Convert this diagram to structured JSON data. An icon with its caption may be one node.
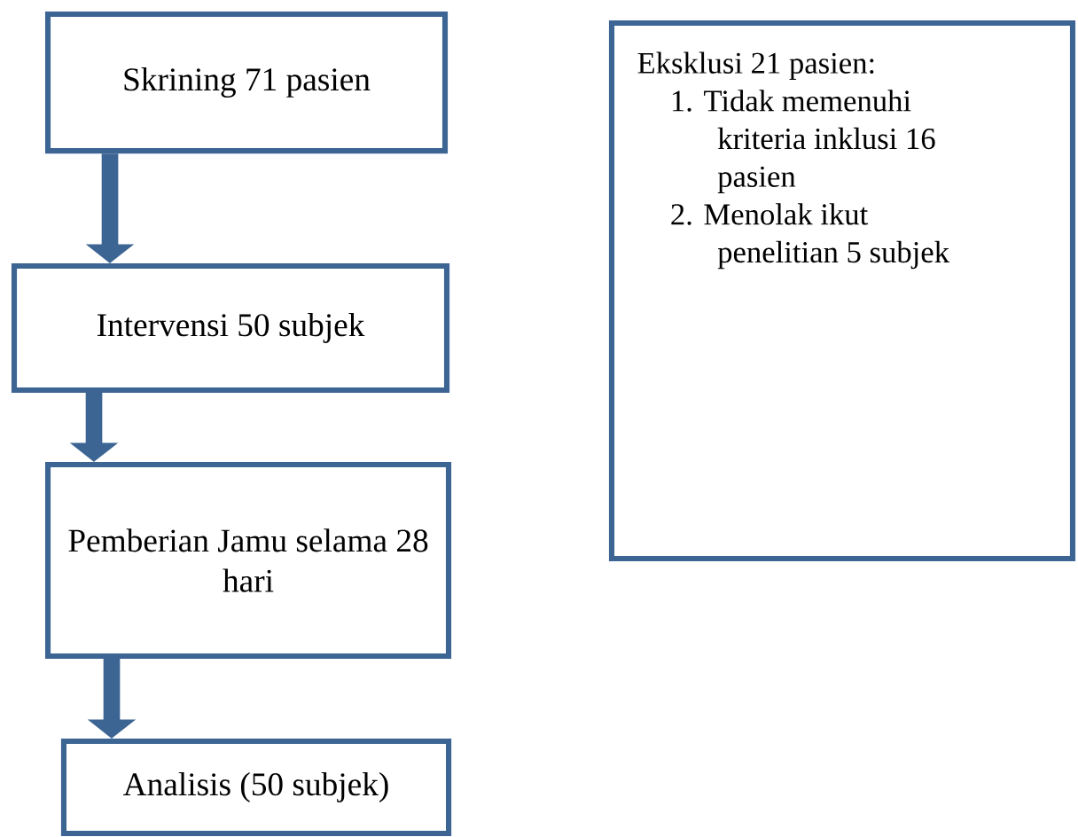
{
  "diagram": {
    "nodes": [
      {
        "text": [
          "Skrining 71 pasien"
        ]
      },
      {
        "text": [
          "Intervensi 50 subjek"
        ]
      },
      {
        "text": [
          "Pemberian Jamu selama 28 hari"
        ]
      },
      {
        "text": [
          "Analisis (50 subjek)"
        ]
      },
      {
        "text": [
          "Eksklusi 21 pasien:",
          "1. Tidak memenuhi kriteria inklusi 16 pasien",
          "2. Menolak ikut penelitian 5 subjek"
        ]
      }
    ],
    "edges": [
      {
        "from": 0,
        "to": 1,
        "arrow": "to"
      },
      {
        "from": 1,
        "to": 2,
        "arrow": "to"
      },
      {
        "from": 2,
        "to": 3,
        "arrow": "to"
      }
    ]
  }
}
